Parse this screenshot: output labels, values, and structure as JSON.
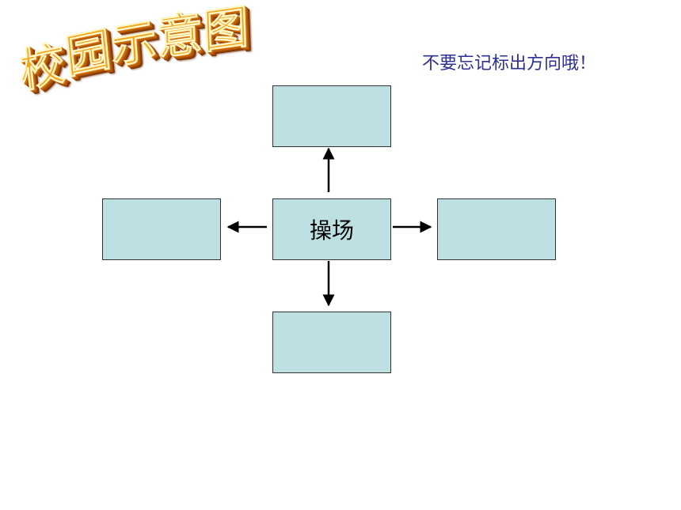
{
  "title": {
    "chars": [
      "校",
      "园",
      "示",
      "意",
      "图"
    ],
    "color": "#f2a31a"
  },
  "reminder": "不要忘记标出方向哦！",
  "reminder_color": "#2e3092",
  "diagram": {
    "center_label": "操场",
    "box_fill": "#bde1e3",
    "top_label": "",
    "left_label": "",
    "right_label": "",
    "bottom_label": ""
  }
}
